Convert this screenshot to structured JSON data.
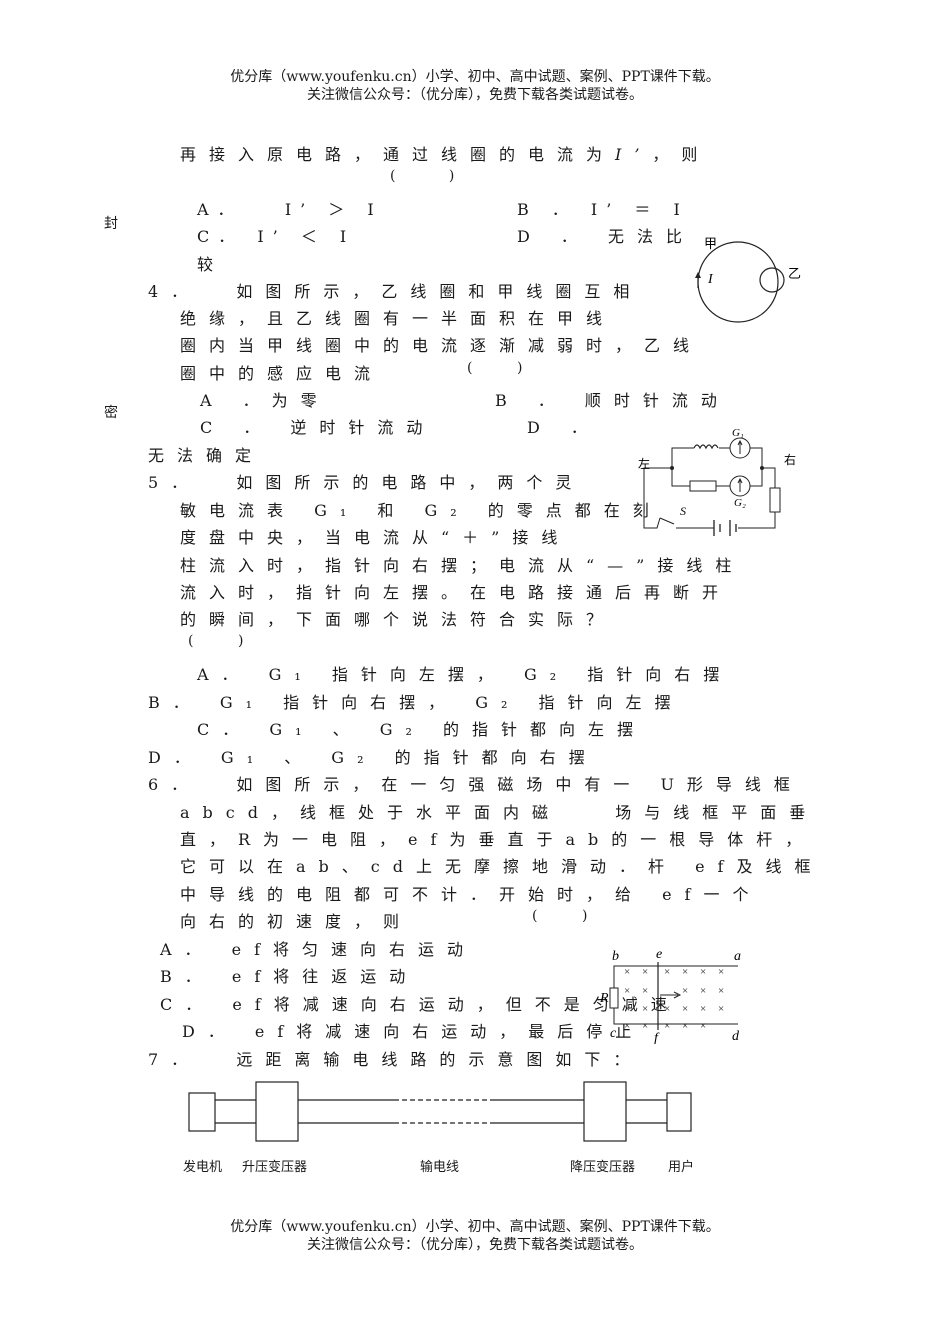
{
  "header": {
    "line1": "优分库（www.youfenku.cn）小学、初中、高中试题、案例、PPT课件下载。",
    "line2": "关注微信公众号：（优分库），免费下载各类试题试卷。"
  },
  "footer": {
    "line1": "优分库（www.youfenku.cn）小学、初中、高中试题、案例、PPT课件下载。",
    "line2": "关注微信公众号：（优分库），免费下载各类试题试卷。"
  },
  "margin": {
    "feng": "封",
    "mi": "密"
  },
  "q3": {
    "line1": "再接入原电路，通过线圈的电流为",
    "iprime": "I’",
    "ze": "，则",
    "bracket": "(            )",
    "optA": "A．   I’ ＞ I",
    "optB": "B ． I’ ＝ I",
    "optC": "C． I’ ＜ I",
    "optD": "D ． 无法比",
    "optD2": "较"
  },
  "q4": {
    "l1": "4．  如图所示，乙线圈和甲线圈互相",
    "l2": "绝缘，且乙线圈有一半面积在甲线",
    "l3": "圈内当甲线圈中的电流逐渐减弱时，乙线",
    "l4": "圈中的感应电流",
    "bracket": "(          )",
    "optA": "A ．为零",
    "optB": "B ． 顺时针流动",
    "optC": "C ． 逆时针流动",
    "optD": "D ．",
    "optD2": "无法确定",
    "fig": {
      "jia": "甲",
      "yi": "乙",
      "current": "I"
    }
  },
  "q5": {
    "l1": "5．  如图所示的电路中，两个灵",
    "l2": "敏电流表 G₁ 和 G₂ 的零点都在刻",
    "l3": "度盘中央，当电流从“＋”接线",
    "l4": "柱流入时，指针向右摆；电流从“—”接线柱",
    "l5": "流入时，指针向左摆。在电路接通后再断开",
    "l6": "的瞬间，下面哪个说法符合实际？",
    "bracket": "(          )",
    "optA": "A． G₁ 指针向左摆， G₂ 指针向右摆",
    "optB": "B． G₁ 指针向右摆， G₂ 指针向左摆",
    "optC": "C． G₁ 、 G₂ 的指针都向左摆",
    "optD": "D． G₁ 、 G₂ 的指针都向右摆",
    "fig": {
      "left": "左",
      "right": "右",
      "g1": "G₁",
      "g2": "G₂",
      "s": "S"
    }
  },
  "q6": {
    "l1": "6．  如图所示，在一匀强磁场中有一 U形导线框",
    "l2": "abcd，线框处于水平面内磁   场与线框平面垂",
    "l3": "直，R为一电阻，ef为垂直于ab的一根导体杆，",
    "l4": "它可以在ab、cd上无摩擦地滑动．杆 ef及线框",
    "l5": "中导线的电阻都可不计．开始时，给 ef一个",
    "l6": "向右的初速度，则",
    "bracket": "(          )",
    "optA": "A． ef将匀速向右运动",
    "optB": "B． ef将往返运动",
    "optC": "C． ef将减速向右运动，但不是匀减速",
    "optD": "D． ef将减速向右运动，最后停止",
    "fig": {
      "b": "b",
      "e": "e",
      "a": "a",
      "c": "c",
      "f": "f",
      "d": "d",
      "r": "R",
      "cross": "×"
    }
  },
  "q7": {
    "l1": "7．  远距离输电线路的示意图如下：",
    "labels": [
      "发电机",
      "升压变压器",
      "输电线",
      "降压变压器",
      "用户"
    ]
  }
}
